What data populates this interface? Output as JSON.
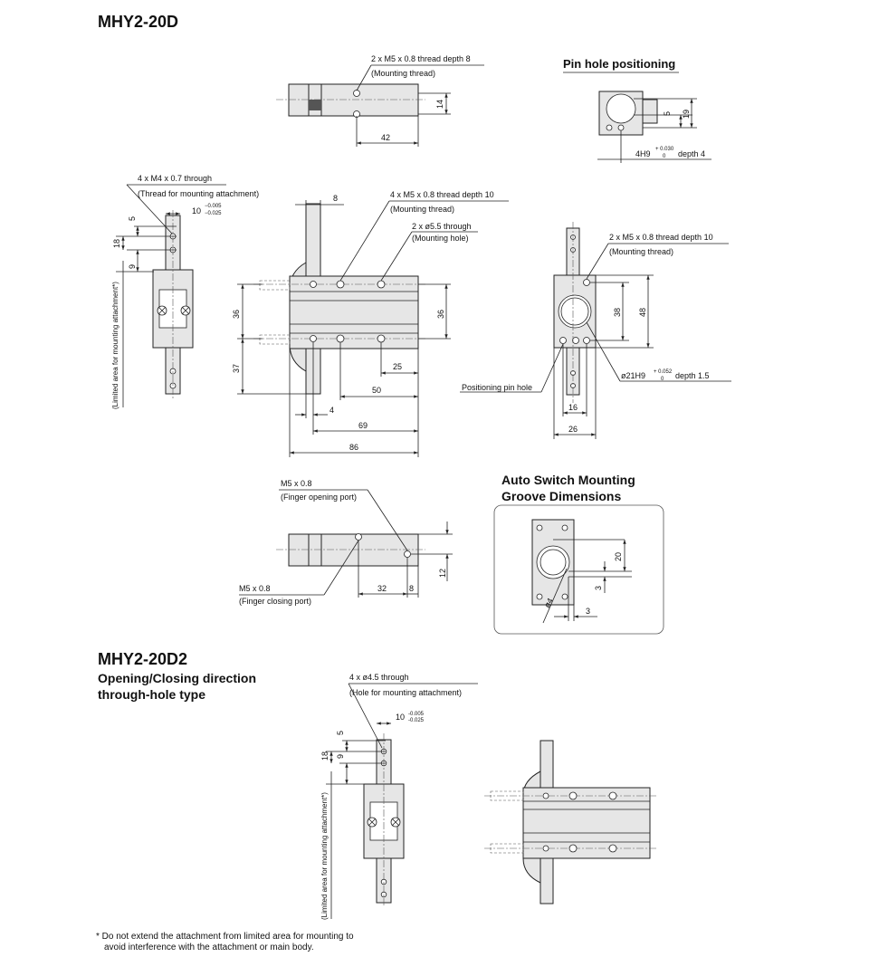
{
  "section1": {
    "title": "MHY2-20D"
  },
  "pin_hole": {
    "title": "Pin hole positioning",
    "dims": {
      "d5": "5",
      "d19": "19"
    },
    "label_main": "4H9",
    "tol_upper": "+ 0.030",
    "tol_lower": "0",
    "label_suffix": "depth 4"
  },
  "top_view": {
    "thread_line1": "2 x M5 x 0.8 thread depth 8",
    "thread_line2": "(Mounting thread)",
    "dims": {
      "d14": "14",
      "d42": "42"
    }
  },
  "attach_view": {
    "label_line1": "4 x M4 x 0.7 through",
    "label_line2": "(Thread for mounting attachment)",
    "dim10": "10",
    "tol_upper": "−0.005",
    "tol_lower": "−0.025",
    "dims": {
      "d5": "5",
      "d18": "18",
      "d9": "9"
    },
    "limited_area": "(Limited area for mounting attachment*)"
  },
  "front_view": {
    "label1_line1": "4 x M5 x 0.8 thread depth 10",
    "label1_line2": "(Mounting thread)",
    "label2_line1": "2 x ø5.5 through",
    "label2_line2": "(Mounting hole)",
    "dims": {
      "d8": "8",
      "d36a": "36",
      "d36b": "36",
      "d37": "37",
      "d25": "25",
      "d50": "50",
      "d4": "4",
      "d69": "69",
      "d86": "86"
    }
  },
  "side_view": {
    "label_line1": "2 x M5 x 0.8 thread depth 10",
    "label_line2": "(Mounting thread)",
    "pin_label": "Positioning pin hole",
    "bore_main": "ø21H9",
    "bore_tol_upper": "+ 0.052",
    "bore_tol_lower": "0",
    "bore_suffix": "depth 1.5",
    "dims": {
      "d38": "38",
      "d48": "48",
      "d16": "16",
      "d26": "26"
    }
  },
  "port_view": {
    "open_line1": "M5 x 0.8",
    "open_line2": "(Finger opening port)",
    "close_line1": "M5 x 0.8",
    "close_line2": "(Finger closing port)",
    "dims": {
      "d12": "12",
      "d32": "32",
      "d8": "8"
    }
  },
  "auto_switch": {
    "title_line1": "Auto Switch Mounting",
    "title_line2": "Groove Dimensions",
    "dims": {
      "d20": "20",
      "d3a": "3",
      "d4": "ø4",
      "d3b": "3"
    }
  },
  "section2": {
    "title": "MHY2-20D2",
    "subtitle_line1": "Opening/Closing direction",
    "subtitle_line2": "through-hole type"
  },
  "d2_attach_view": {
    "label_line1": "4 x ø4.5 through",
    "label_line2": "(Hole for mounting attachment)",
    "dim10": "10",
    "tol_upper": "-0.005",
    "tol_lower": "-0.025",
    "dims": {
      "d5": "5",
      "d18": "18",
      "d9": "9"
    },
    "limited_area": "(Limited area for mounting attachment*)"
  },
  "footnote": {
    "line1": "* Do not extend the attachment from limited area for mounting to",
    "line2": "avoid interference with the attachment or main body."
  }
}
